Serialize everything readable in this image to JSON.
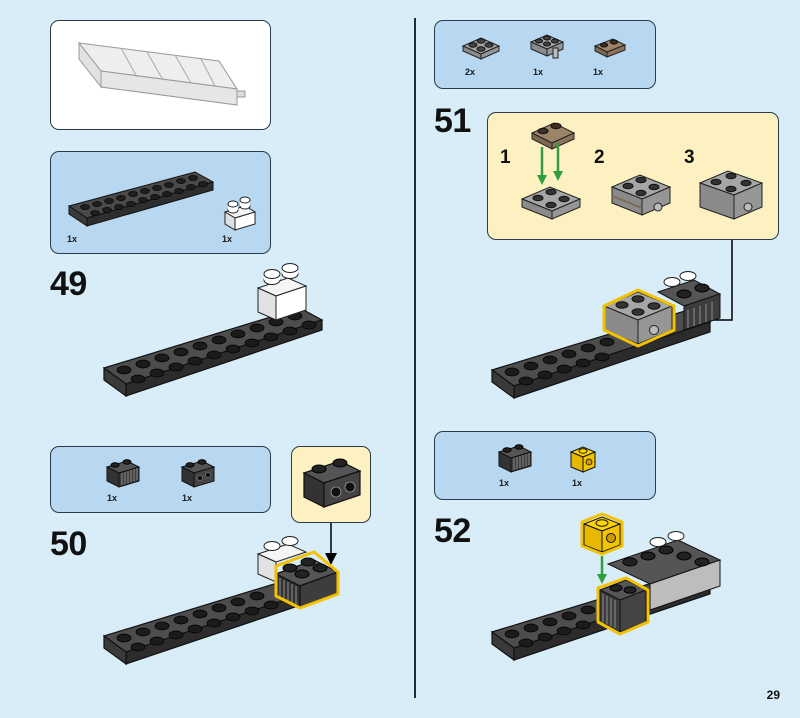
{
  "page": {
    "number": "29"
  },
  "steps": [
    {
      "number": "49",
      "parts": [
        {
          "qty": "1x",
          "part": "dark-grey-plate-2x10"
        },
        {
          "qty": "1x",
          "part": "white-brick-1x2"
        }
      ]
    },
    {
      "number": "50",
      "parts": [
        {
          "qty": "1x",
          "part": "dark-grey-grille-brick-1x2"
        },
        {
          "qty": "1x",
          "part": "dark-grey-brick-1x2-with-holes"
        }
      ]
    },
    {
      "number": "51",
      "parts": [
        {
          "qty": "2x",
          "part": "grey-plate-2x2"
        },
        {
          "qty": "1x",
          "part": "grey-plate-with-pin"
        },
        {
          "qty": "1x",
          "part": "tan-plate-1x2"
        }
      ],
      "substeps": [
        "1",
        "2",
        "3"
      ]
    },
    {
      "number": "52",
      "parts": [
        {
          "qty": "1x",
          "part": "dark-grey-grille-brick-1x2"
        },
        {
          "qty": "1x",
          "part": "yellow-brick-1x1-with-hole"
        }
      ]
    }
  ],
  "colors": {
    "background": "#d9edf9",
    "parts_panel": "#b7d8f0",
    "subassembly_panel": "#fdf1c2",
    "highlight": "#f2c200",
    "arrow": "#2e9e3e"
  }
}
